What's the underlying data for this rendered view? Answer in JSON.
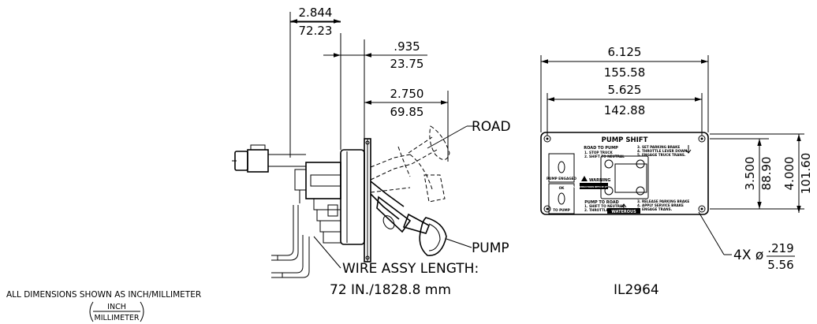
{
  "side_view": {
    "dim_overall": {
      "inch": "2.844",
      "mm": "72.23"
    },
    "dim_panel": {
      "inch": ".935",
      "mm": "23.75"
    },
    "dim_handle": {
      "inch": "2.750",
      "mm": "69.85"
    },
    "label_road": "ROAD",
    "label_pump": "PUMP",
    "wire_length_line1": "WIRE ASSY LENGTH:",
    "wire_length_line2": "72 IN./1828.8 mm"
  },
  "front_view": {
    "dim_width_outer": {
      "inch": "6.125",
      "mm": "155.58"
    },
    "dim_width_holes": {
      "inch": "5.625",
      "mm": "142.88"
    },
    "dim_height_holes": {
      "inch": "3.500",
      "mm": "88.90"
    },
    "dim_height_outer": {
      "inch": "4.000",
      "mm": "101.60"
    },
    "hole_callout_prefix": "4X ø",
    "hole_dim": {
      "inch": ".219",
      "mm": "5.56"
    },
    "plate": {
      "title": "PUMP SHIFT",
      "road_to_pump_heading": "ROAD TO PUMP",
      "road_to_pump_steps": [
        "1. STOP TRUCK",
        "2. SHIFT TO NEUTRAL",
        "3. SET PARKING BRAKE",
        "4. THROTTLE LEVER DOWN",
        "5. ENGAGE TRUCK TRANS."
      ],
      "pump_to_road_heading": "PUMP TO ROAD",
      "pump_to_road_steps": [
        "1. SHIFT TO NEUTRAL",
        "2. THROTTLE LEVER UP",
        "3. RELEASE PARKING BRAKE",
        "4. APPLY SERVICE BRAKE",
        "5. ENGAGE TRANS."
      ],
      "indicator_top_label": "PUMP ENGAGED",
      "indicator_bottom_top": "OK",
      "indicator_bottom_label": "TO PUMP",
      "warning_heading": "WARNING",
      "warning_text": "READ INSTRUCTIONS BEFORE OPERATING",
      "brand": "WATEROUS"
    }
  },
  "notes": {
    "units_note": "ALL DIMENSIONS SHOWN AS INCH/MILLIMETER",
    "unit_fraction_top": "INCH",
    "unit_fraction_bottom": "MILLIMETER",
    "figure_id": "IL2964"
  }
}
